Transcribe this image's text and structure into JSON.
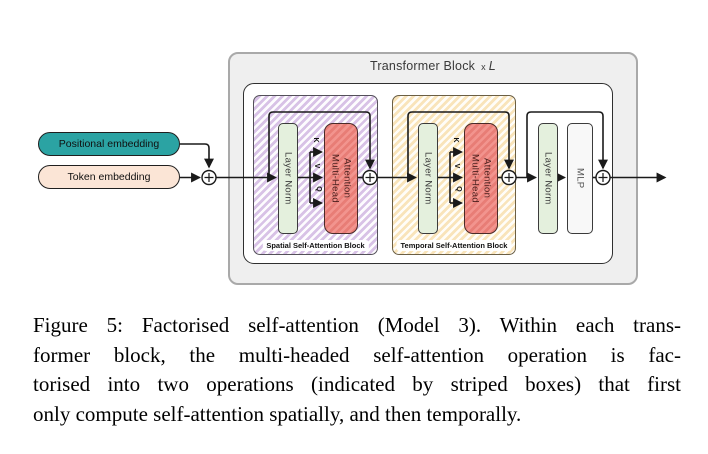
{
  "diagram": {
    "container_title": {
      "main": "Transformer Block",
      "times": "x",
      "repeat_var": "L"
    },
    "inputs": {
      "positional_label": "Positional embedding",
      "token_label": "Token embedding"
    },
    "spatial_block": {
      "label": "Spatial Self-Attention Block",
      "layer_norm": "Layer Norm",
      "attention_line1": "Multi-Head",
      "attention_line2": "Attention",
      "k": "K",
      "v": "V",
      "q": "Q"
    },
    "temporal_block": {
      "label": "Temporal Self-Attention Block",
      "layer_norm": "Layer Norm",
      "attention_line1": "Multi-Head",
      "attention_line2": "Attention",
      "k": "K",
      "v": "V",
      "q": "Q"
    },
    "output_block": {
      "layer_norm": "Layer Norm",
      "mlp": "MLP"
    },
    "colors": {
      "positional_fill": "#2ba3a3",
      "token_fill": "#fbe5d6",
      "layer_norm_fill": "#e4f0dd",
      "attention_fill": "#ef8d87",
      "spatial_stripe": "#d8c2e6",
      "temporal_stripe": "#f9e4ba",
      "container_fill": "#efefef"
    }
  },
  "caption": {
    "lines": [
      "Figure 5: Factorised self-attention (Model 3). Within each trans-",
      "former block, the multi-headed self-attention operation is fac-",
      "torised into two operations (indicated by striped boxes) that first",
      "only compute self-attention spatially, and then temporally."
    ]
  }
}
